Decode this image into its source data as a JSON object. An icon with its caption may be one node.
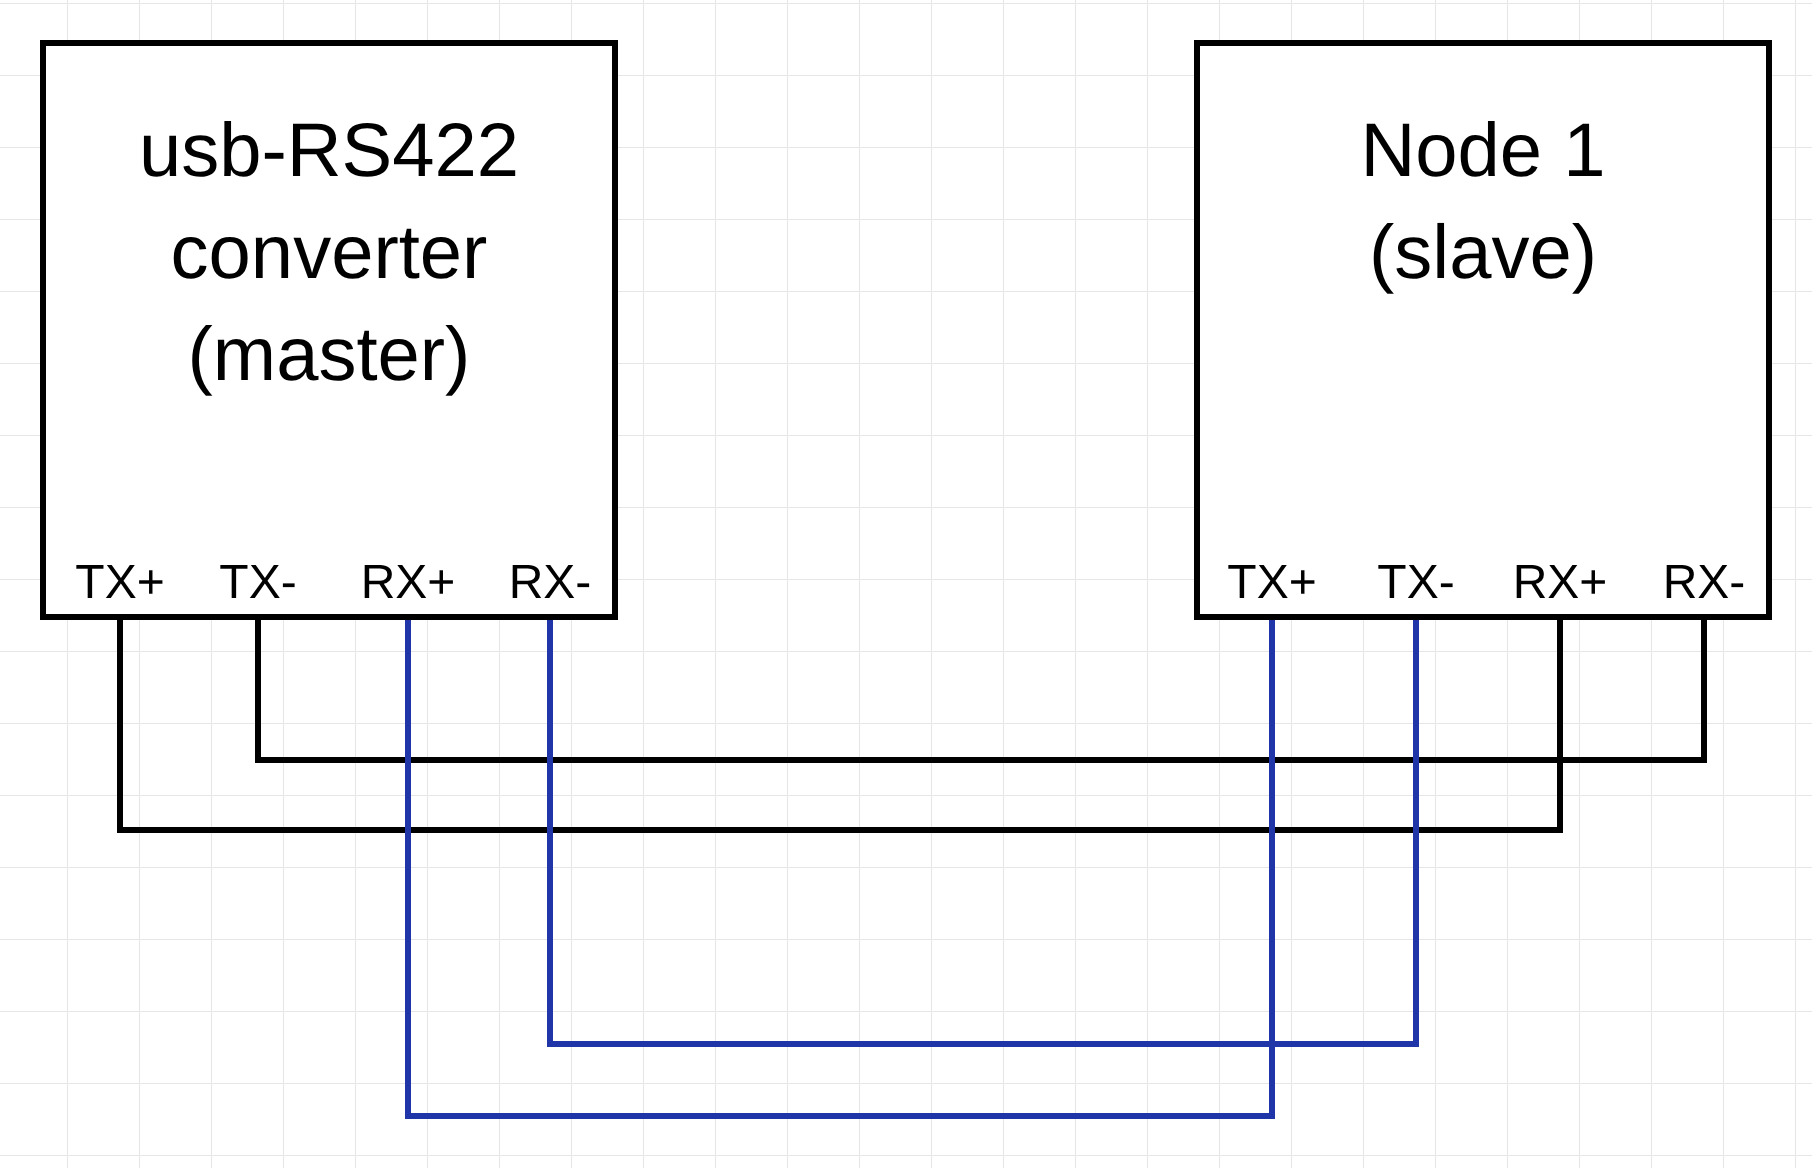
{
  "diagram": {
    "nodes": [
      {
        "text": [
          "usb-RS422 converter (master)"
        ]
      },
      {
        "text": [
          "TX+"
        ],
        "in": 0
      },
      {
        "text": [
          "TX-"
        ],
        "in": 0
      },
      {
        "text": [
          "RX+"
        ],
        "in": 0
      },
      {
        "text": [
          "RX-"
        ],
        "in": 0
      },
      {
        "text": [
          "Node 1 (slave)"
        ]
      },
      {
        "text": [
          "TX+"
        ],
        "in": 5
      },
      {
        "text": [
          "TX-"
        ],
        "in": 5
      },
      {
        "text": [
          "RX+"
        ],
        "in": 5
      },
      {
        "text": [
          "RX-"
        ],
        "in": 5
      }
    ],
    "edges": [
      {
        "from": 1,
        "to": 8,
        "arrow": "none"
      },
      {
        "from": 2,
        "to": 9,
        "arrow": "none"
      },
      {
        "from": 3,
        "to": 6,
        "arrow": "none",
        "color": "#1f35a8"
      },
      {
        "from": 4,
        "to": 7,
        "arrow": "none",
        "color": "#1f35a8"
      }
    ]
  }
}
